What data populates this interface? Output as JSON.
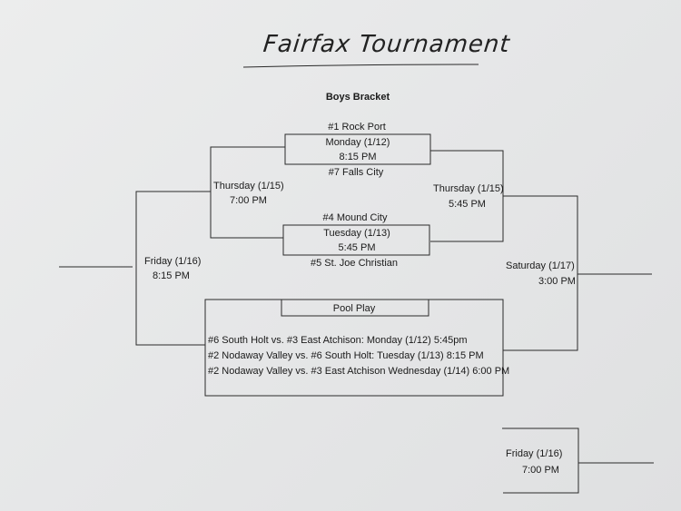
{
  "title": "Fairfax Tournament",
  "bracket_title": "Boys Bracket",
  "game1": {
    "team1": "#1 Rock Port",
    "date": "Monday (1/12)",
    "time": "8:15 PM",
    "team2": "#7 Falls City"
  },
  "game2": {
    "team1": "#4 Mound City",
    "date": "Tuesday (1/13)",
    "time": "5:45 PM",
    "team2": "#5 St. Joe Christian"
  },
  "semi_left": {
    "date": "Thursday (1/15)",
    "time": "7:00 PM"
  },
  "semi_right": {
    "date": "Thursday (1/15)",
    "time": "5:45 PM"
  },
  "consolation": {
    "date": "Friday (1/16)",
    "time": "8:15 PM"
  },
  "final": {
    "date": "Saturday (1/17)",
    "time": "3:00 PM"
  },
  "pool_play": {
    "label": "Pool Play",
    "games": [
      "#6 South Holt vs. #3 East Atchison: Monday (1/12) 5:45pm",
      "#2 Nodaway Valley vs. #6 South Holt: Tuesday (1/13) 8:15 PM",
      "#2 Nodaway Valley vs. #3 East Atchison Wednesday (1/14) 6:00 PM"
    ]
  },
  "extra_game": {
    "date": "Friday (1/16)",
    "time": "7:00 PM"
  }
}
